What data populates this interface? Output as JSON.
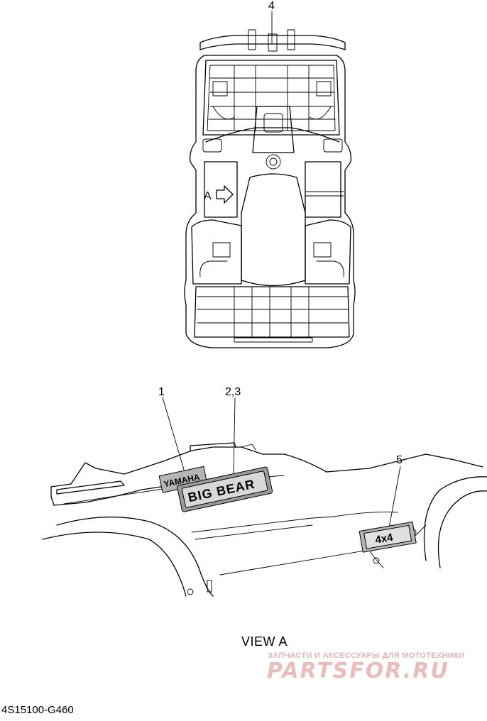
{
  "callouts": {
    "c1": "1",
    "c23": "2,3",
    "c4": "4",
    "c5": "5",
    "view_arrow": "A"
  },
  "decals": {
    "yamaha": "YAMAHA",
    "bigbear": "BIG BEAR",
    "fourwd": "4x4"
  },
  "view_label": "VIEW A",
  "diagram_code": "4S15100-G460",
  "watermark": {
    "tagline": "ЗАПЧАСТИ И АКСЕССУАРЫ ДЛЯ МОТОТЕХНИКИ",
    "logo": "PARTSFOR.RU",
    "color": "#e8b4b4"
  }
}
